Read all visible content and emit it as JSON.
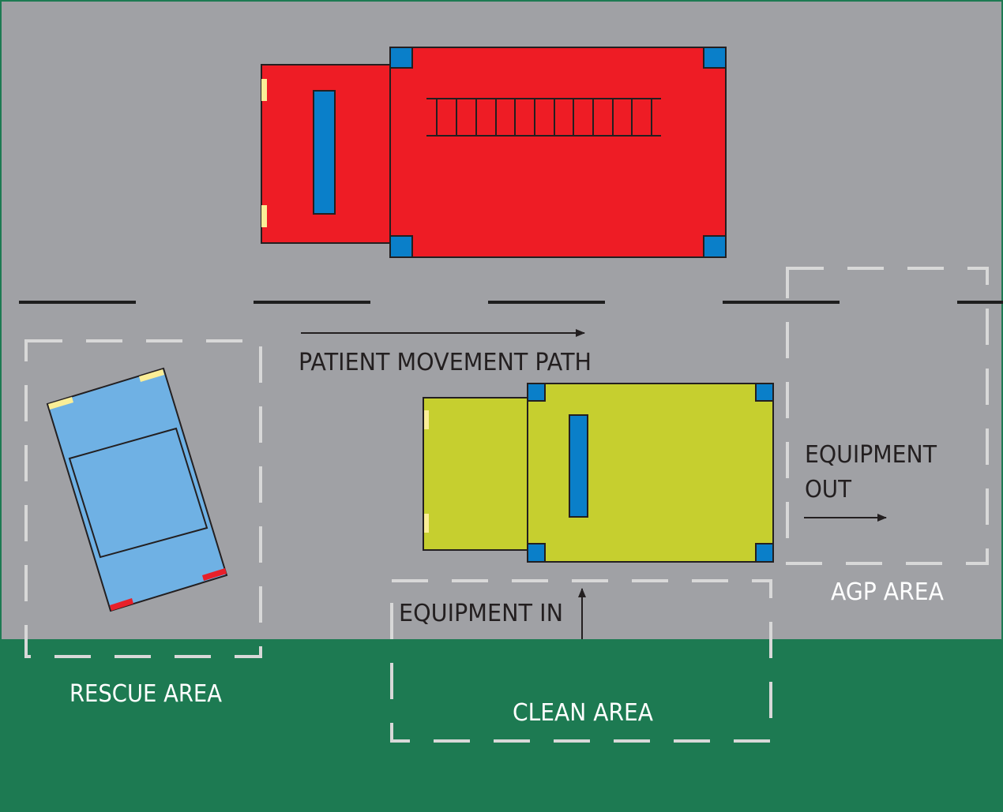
{
  "labels": {
    "patient_path": "PATIENT MOVEMENT PATH",
    "equipment_out_1": "EQUIPMENT",
    "equipment_out_2": "OUT",
    "equipment_in": "EQUIPMENT IN",
    "agp_area": "AGP AREA",
    "rescue_area": "RESCUE AREA",
    "clean_area": "CLEAN AREA"
  },
  "colors": {
    "road": "#a0a1a5",
    "grass": "#1d7a52",
    "fire_truck": "#ee1c25",
    "ambulance": "#c6cf2f",
    "car": "#6fb1e4",
    "light_blue": "#0a7fc9",
    "lane_marking": "#1e1e1e",
    "zone_dash": "#d8d8d8",
    "headlight": "#fbee97",
    "taillight": "#e8202a",
    "dark_text": "#231f20",
    "light_text": "#ffffff"
  }
}
